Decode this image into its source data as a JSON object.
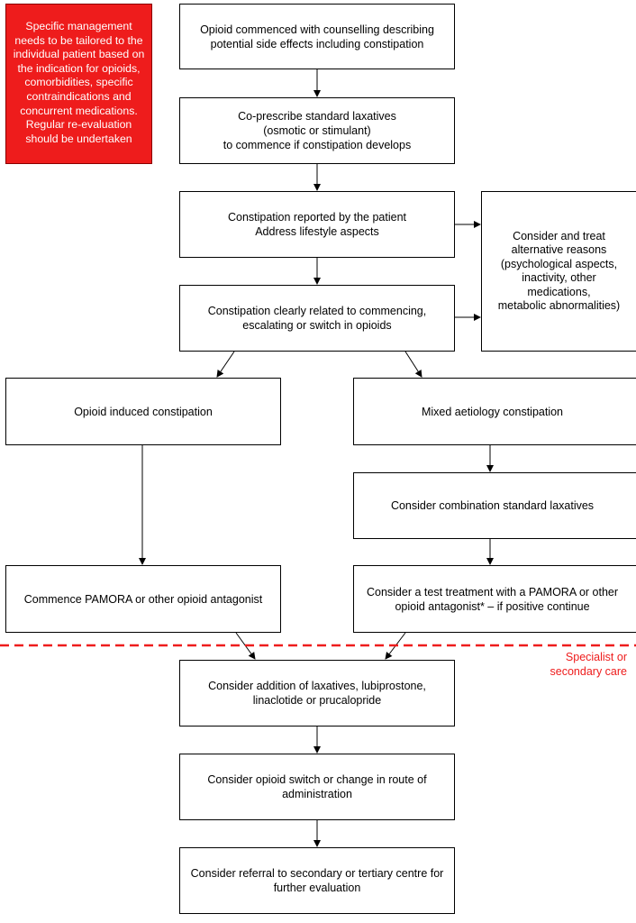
{
  "note": {
    "lines": [
      "Specific management",
      "needs to be tailored to the",
      "individual patient based on",
      "the indication for opioids,",
      "comorbidities, specific",
      "contraindications and",
      "concurrent medications.",
      "Regular re-evaluation",
      "should be undertaken"
    ],
    "color": "#ee1c1c"
  },
  "boxes": {
    "opioid_commenced": [
      "Opioid commenced with counselling describing",
      "potential side effects including constipation"
    ],
    "co_prescribe": [
      "Co-prescribe standard laxatives",
      "(osmotic or stimulant)",
      "to commence if constipation develops"
    ],
    "constipation_reported": [
      "Constipation reported by the patient",
      "Address lifestyle aspects"
    ],
    "alternative_reasons": [
      "Consider and treat",
      "alternative reasons",
      "(psychological aspects,",
      "inactivity, other",
      "medications,",
      "metabolic abnormalities)"
    ],
    "clearly_related": [
      "Constipation clearly related to commencing,",
      "escalating or switch in opioids"
    ],
    "oic": [
      "Opioid induced constipation"
    ],
    "mixed": [
      "Mixed aetiology constipation"
    ],
    "combination_laxatives": [
      "Consider combination standard laxatives"
    ],
    "commence_pamora": [
      "Commence PAMORA or other opioid antagonist"
    ],
    "test_treatment": [
      "Consider a test treatment with a PAMORA or other",
      "opioid antagonist* – if positive continue"
    ],
    "addition": [
      "Consider addition of laxatives, lubiprostone,",
      "linaclotide or prucalopride"
    ],
    "opioid_switch": [
      "Consider opioid switch or change in route of",
      "administration"
    ],
    "referral": [
      "Consider referral to secondary or tertiary centre for",
      "further evaluation"
    ]
  },
  "zone_label": {
    "lines": [
      "Specialist or",
      "secondary care"
    ],
    "color": "#ee1c1c"
  }
}
